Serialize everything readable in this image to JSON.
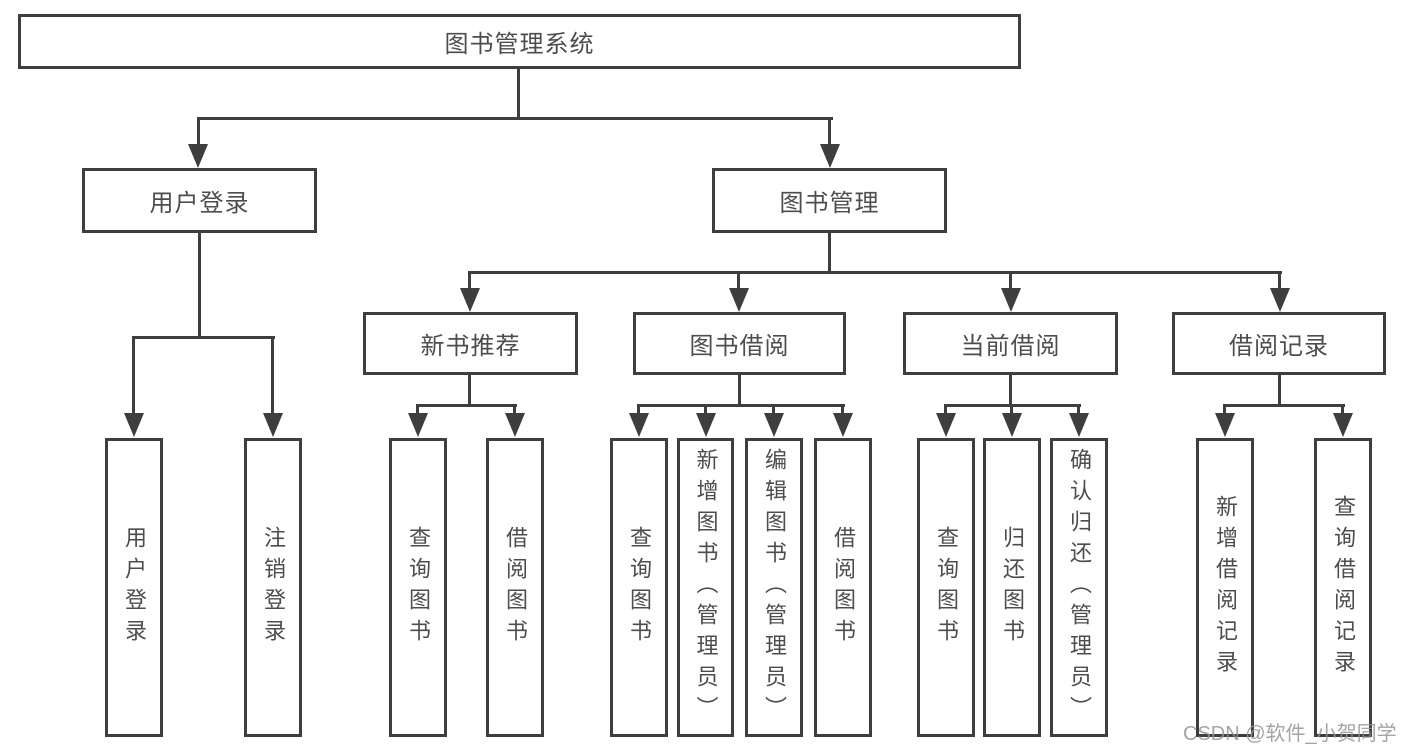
{
  "diagram": {
    "type": "hierarchy-tree",
    "colors": {
      "background": "#ffffff",
      "line": "#3e3e3e",
      "box_border": "#3e3e3e",
      "text": "#4d4d4d",
      "watermark_text_color": "#949494"
    },
    "tree": {
      "root": {
        "label": "图书管理系统"
      },
      "level2": [
        {
          "label": "用户登录"
        },
        {
          "label": "图书管理"
        }
      ],
      "level3": [
        {
          "label": "新书推荐"
        },
        {
          "label": "图书借阅"
        },
        {
          "label": "当前借阅"
        },
        {
          "label": "借阅记录"
        }
      ],
      "leaves": {
        "user_login": [
          {
            "label": "用户登录"
          },
          {
            "label": "注销登录"
          }
        ],
        "new_books": [
          {
            "label": "查询图书"
          },
          {
            "label": "借阅图书"
          }
        ],
        "book_borrow": [
          {
            "label": "查询图书"
          },
          {
            "label": "新增图书（管理员）"
          },
          {
            "label": "编辑图书（管理员）"
          },
          {
            "label": "借阅图书"
          }
        ],
        "current_borrow": [
          {
            "label": "查询图书"
          },
          {
            "label": "归还图书"
          },
          {
            "label": "确认归还（管理员）"
          }
        ],
        "borrow_records": [
          {
            "label": "新增借阅记录"
          },
          {
            "label": "查询借阅记录"
          }
        ]
      }
    }
  },
  "watermark": {
    "text": "CSDN @软件_小贺同学"
  }
}
